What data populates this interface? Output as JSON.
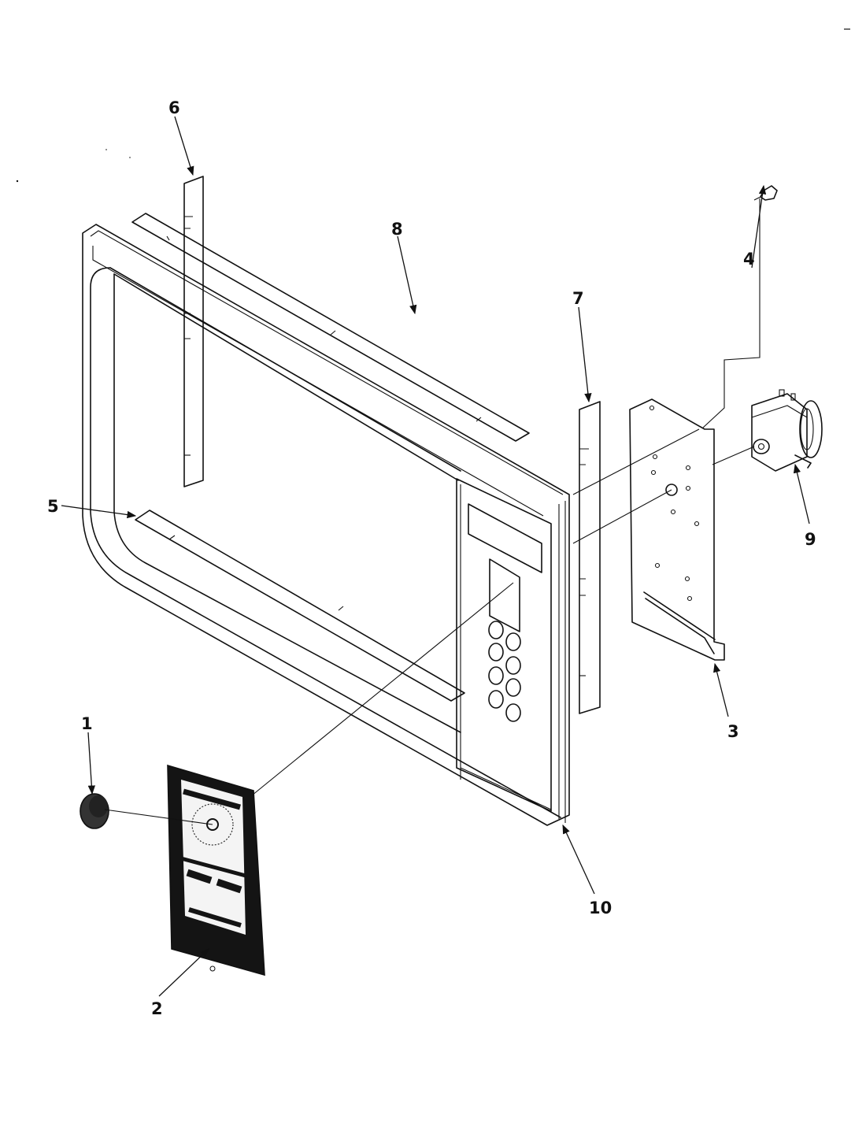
{
  "callouts": {
    "c1": "1",
    "c2": "2",
    "c3": "3",
    "c4": "4",
    "c5": "5",
    "c6": "6",
    "c7": "7",
    "c8": "8",
    "c9": "9",
    "c10": "10"
  },
  "colors": {
    "ink": "#111111",
    "paper": "#ffffff"
  }
}
